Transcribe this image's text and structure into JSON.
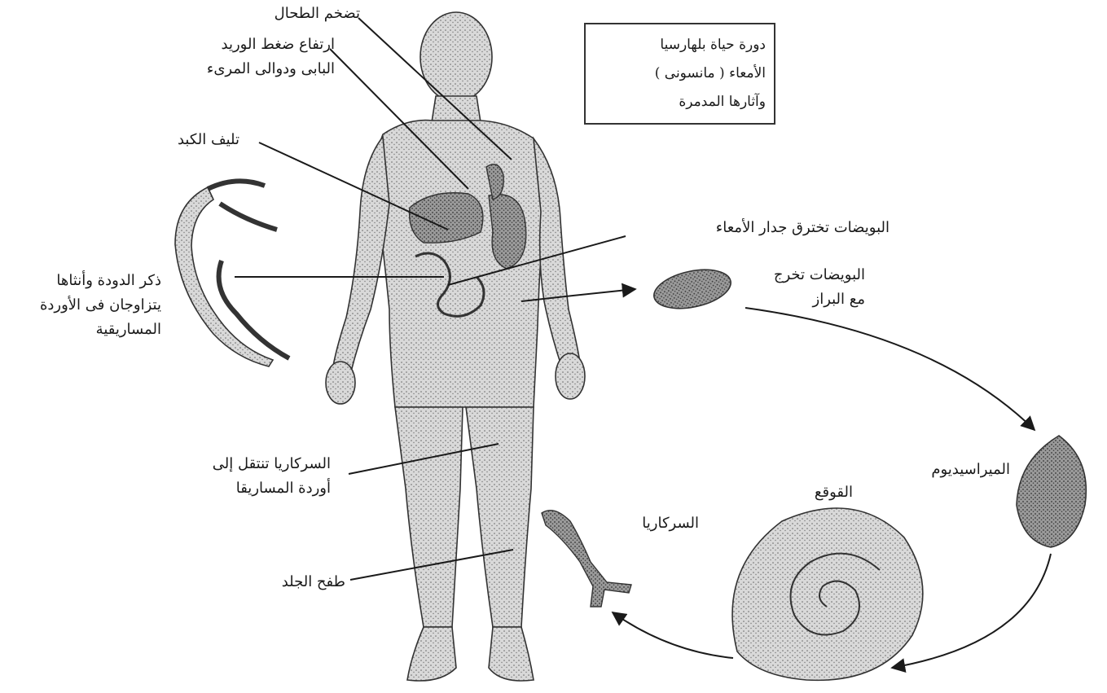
{
  "title_box": {
    "line1": "دورة حياة بلهارسيا",
    "line2": "الأمعاء ( مانسونى )",
    "line3": "وآثارها المدمرة"
  },
  "labels": {
    "spleen": "تضخم الطحال",
    "portal_line1": "ارتفاع ضغط الوريد",
    "portal_line2": "البابى ودوالى المرىء",
    "liver": "تليف الكبد",
    "eggs_wall": "البويضات تخترق جدار الأمعاء",
    "worms_line1": "ذكر الدودة وأنثاها",
    "worms_line2": "يتزاوجان فى الأوردة",
    "worms_line3": "المساريقية",
    "eggs_out_line1": "البويضات تخرج",
    "eggs_out_line2": "مع البراز",
    "miracidium": "الميراسيديوم",
    "snail": "القوقع",
    "cercariae": "السركاريا",
    "cerc_move_line1": "السركاريا تنتقل إلى",
    "cerc_move_line2": "أوردة المساريقا",
    "rash": "طفح الجلد"
  }
}
